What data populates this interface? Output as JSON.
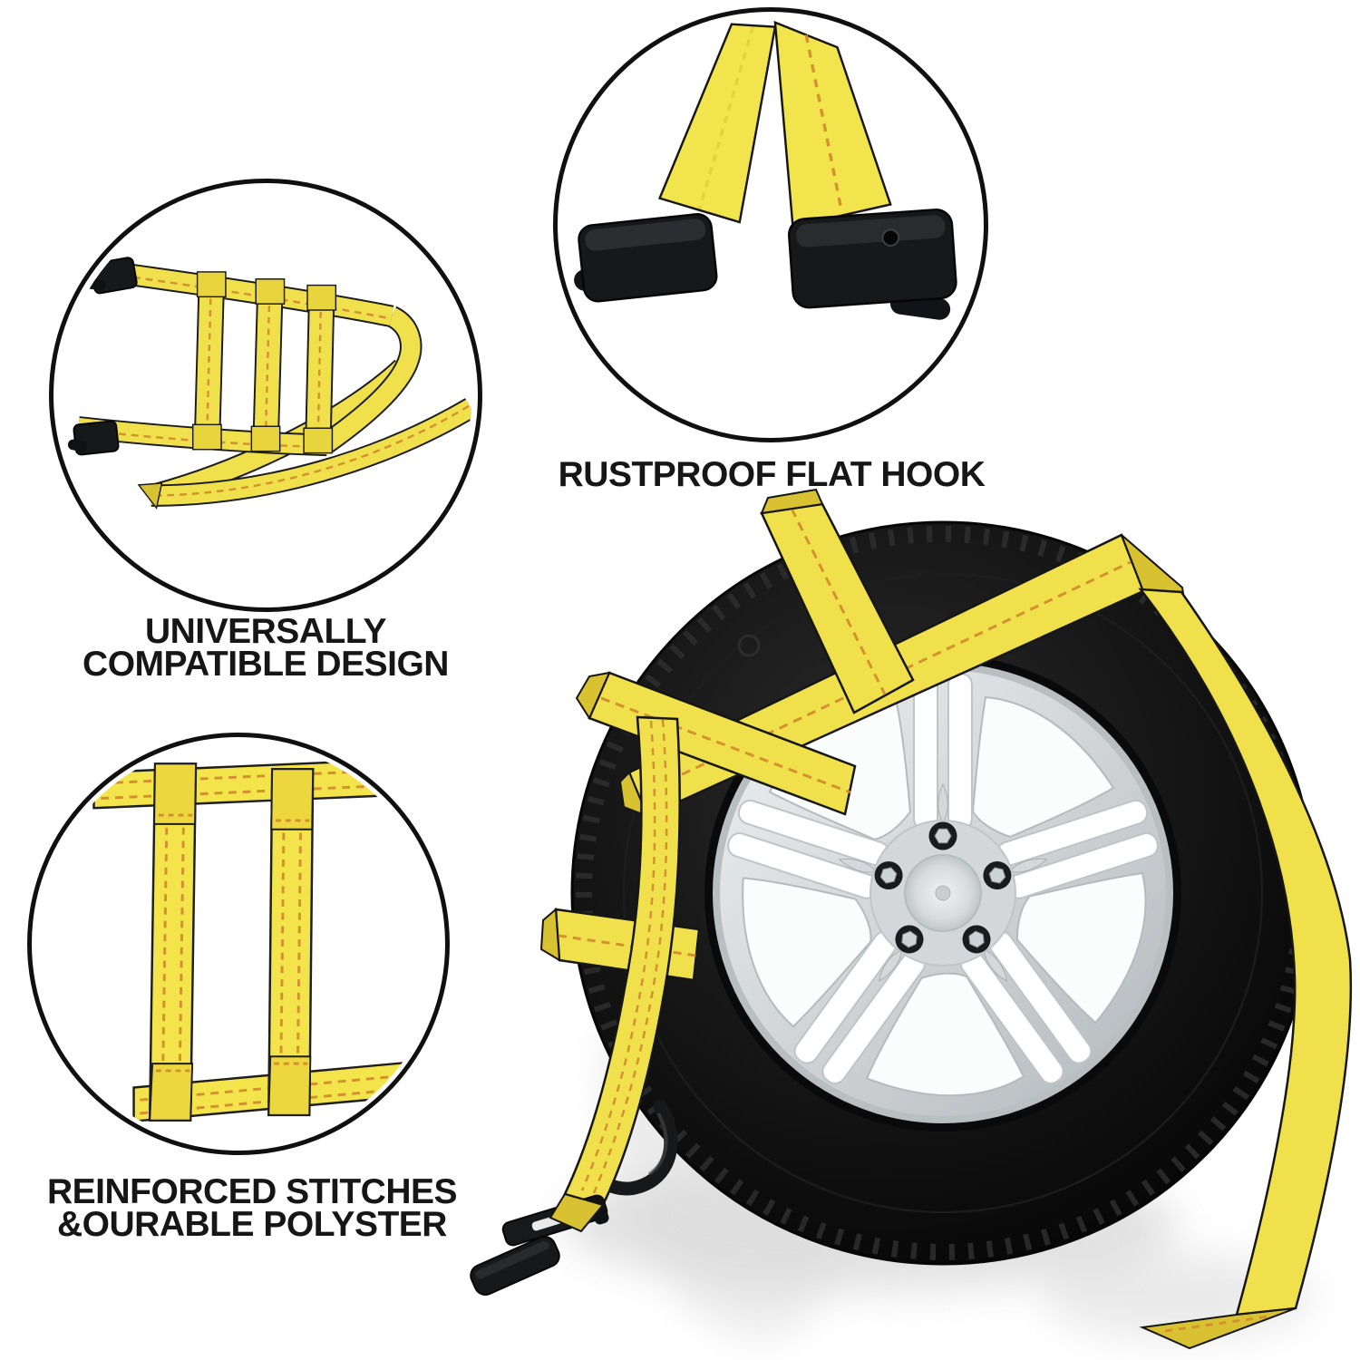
{
  "captions": {
    "rustproof": "RUSTPROOF FLAT HOOK",
    "universal_line1": "UNIVERSALLY",
    "universal_line2": "COMPATIBLE DESIGN",
    "stitches_line1": "REINFORCED STITCHES",
    "stitches_line2": "&OURABLE POLYSTER"
  },
  "illustrations": {
    "inset_top": "flat-hooks-with-crossed-straps-icon",
    "inset_left": "tire-basket-strap-net-icon",
    "inset_bottom": "reinforced-stitching-closeup-icon",
    "main": "tire-with-tow-basket-straps-photo"
  },
  "colors": {
    "background": "#ffffff",
    "strap_yellow": "#f0e14c",
    "strap_fold": "#d9c232",
    "strap_wrap": "#ecd83e",
    "stitch_orange": "#cf8a2e",
    "hook_black": "#17181a",
    "tire_black": "#0d0d0d",
    "rim_silver": "#ced2d5",
    "caption_text": "#161616",
    "circle_border": "#101010"
  }
}
